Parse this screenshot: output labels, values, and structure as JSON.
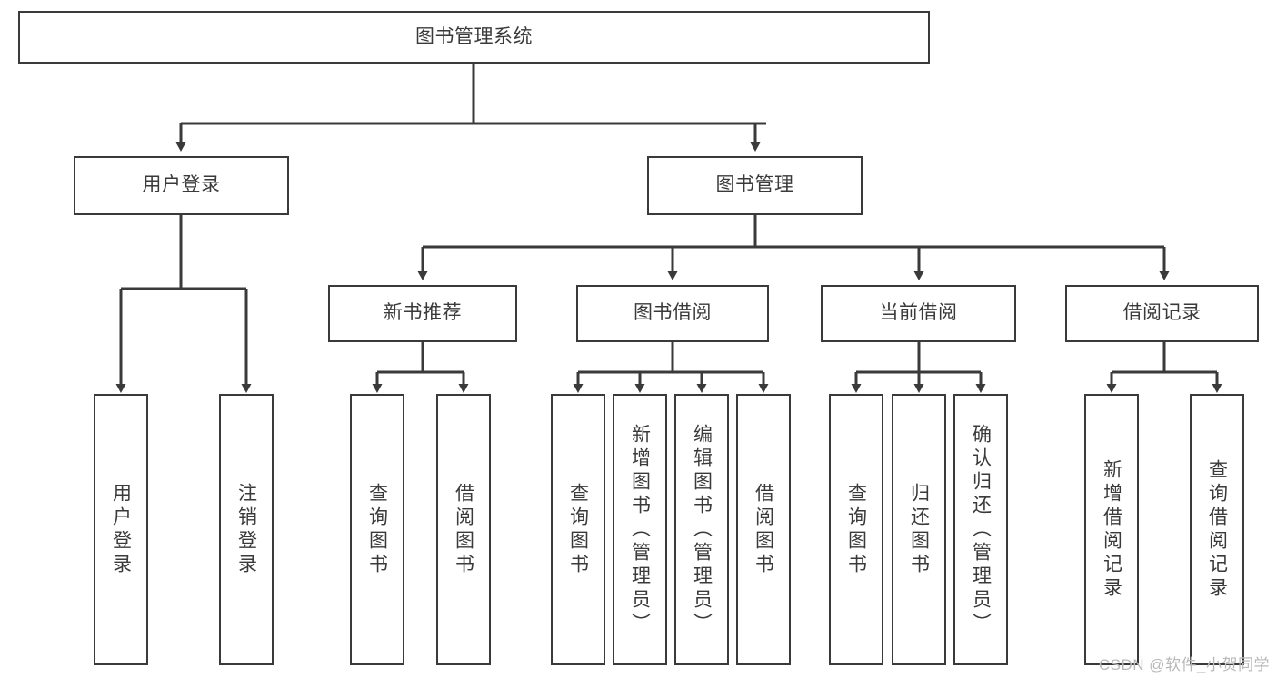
{
  "diagram": {
    "title": "图书管理系统",
    "type": "tree-hierarchy-diagram",
    "stroke_color": "#3a3a3a",
    "fill_color": "#ffffff",
    "root": {
      "label": "图书管理系统"
    },
    "level2": [
      {
        "label": "用户登录"
      },
      {
        "label": "图书管理"
      }
    ],
    "level3": [
      {
        "label": "新书推荐"
      },
      {
        "label": "图书借阅"
      },
      {
        "label": "当前借阅"
      },
      {
        "label": "借阅记录"
      }
    ],
    "leaves": {
      "user_login": [
        {
          "label": "用户登录"
        },
        {
          "label": "注销登录"
        }
      ],
      "new_book_recommend": [
        {
          "label": "查询图书"
        },
        {
          "label": "借阅图书"
        }
      ],
      "book_borrow": [
        {
          "label": "查询图书"
        },
        {
          "label": "新增图书（管理员）"
        },
        {
          "label": "编辑图书（管理员）"
        },
        {
          "label": "借阅图书"
        }
      ],
      "current_borrow": [
        {
          "label": "查询图书"
        },
        {
          "label": "归还图书"
        },
        {
          "label": "确认归还（管理员）"
        }
      ],
      "borrow_record": [
        {
          "label": "新增借阅记录"
        },
        {
          "label": "查询借阅记录"
        }
      ]
    }
  },
  "watermark": {
    "text": "CSDN @软件_小贺同学"
  }
}
